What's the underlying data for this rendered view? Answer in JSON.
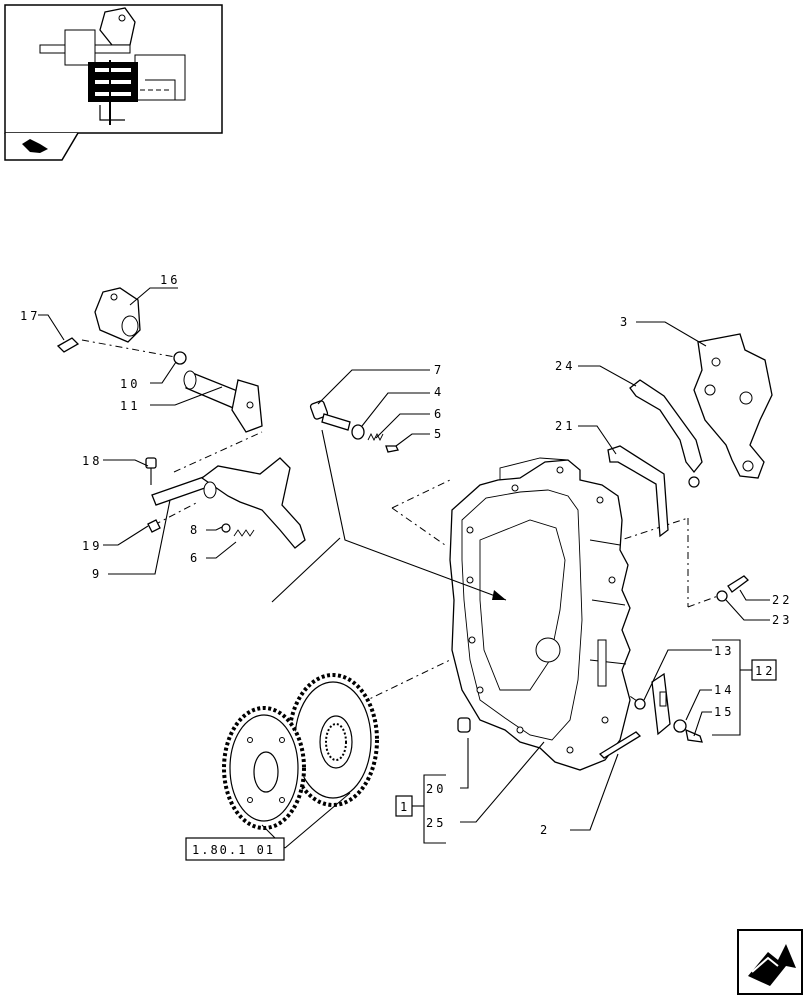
{
  "diagram": {
    "callouts": [
      {
        "id": "c16",
        "text": "16"
      },
      {
        "id": "c17",
        "text": "17"
      },
      {
        "id": "c10",
        "text": "10"
      },
      {
        "id": "c11",
        "text": "11"
      },
      {
        "id": "c18",
        "text": "18"
      },
      {
        "id": "c19",
        "text": "19"
      },
      {
        "id": "c9",
        "text": "9"
      },
      {
        "id": "c8",
        "text": "8"
      },
      {
        "id": "c6a",
        "text": "6"
      },
      {
        "id": "c7",
        "text": "7"
      },
      {
        "id": "c4",
        "text": "4"
      },
      {
        "id": "c6b",
        "text": "6"
      },
      {
        "id": "c5",
        "text": "5"
      },
      {
        "id": "c3",
        "text": "3"
      },
      {
        "id": "c24",
        "text": "24"
      },
      {
        "id": "c21",
        "text": "21"
      },
      {
        "id": "c22",
        "text": "22"
      },
      {
        "id": "c23",
        "text": "23"
      },
      {
        "id": "c13",
        "text": "13"
      },
      {
        "id": "c12",
        "text": "12"
      },
      {
        "id": "c14",
        "text": "14"
      },
      {
        "id": "c15",
        "text": "15"
      },
      {
        "id": "c20",
        "text": "20"
      },
      {
        "id": "c25",
        "text": "25"
      },
      {
        "id": "c1",
        "text": "1"
      },
      {
        "id": "c2",
        "text": "2"
      }
    ],
    "reference_box": "1.80.1 01",
    "nav_icon": "next-page-arrow-icon",
    "thumb_icon": "bookmark-tab-icon"
  }
}
